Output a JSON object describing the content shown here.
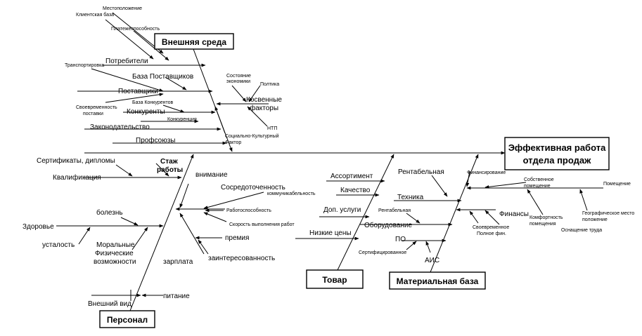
{
  "effect": {
    "line1": "Эффективная работа",
    "line2": "отдела продаж"
  },
  "categories": {
    "external": "Внешняя среда",
    "personnel": "Персонал",
    "product": "Товар",
    "material": "Материальная база"
  },
  "external": {
    "consumers": "Потребители",
    "location": "Местоположение",
    "client_base": "Клиентская база",
    "solvency": "Платежеспособность",
    "transport": "Транспортировка",
    "supplier_base": "База Поставщиков",
    "suppliers": "Поставщики",
    "timely_supply": "Своевременность поставки",
    "competitor_base": "База Конкурентов",
    "competitors": "Конкуренты",
    "competition": "Конкуренция",
    "legislation": "Законодательство",
    "unions": "Профсоюзы",
    "economy_state": "Состояние экономики",
    "policy": "Полтика",
    "indirect": "Косвенные факторы",
    "ntp": "НТП",
    "sociocultural": "Социально-Культурный Фактор"
  },
  "personnel": {
    "certificates": "Сертификаты, дипломы",
    "experience": "Стаж работы",
    "qualification": "Квалификация",
    "attention": "внимание",
    "concentration": "Сосредоточенность",
    "communicability": "коммуникабельность",
    "workability": "Работоспособность",
    "work_speed": "Скорость выполнения работ",
    "illness": "болезнь",
    "health": "Здоровье",
    "fatigue": "усталость",
    "moral_physical": "Моральные Физические возможности",
    "bonus": "премия",
    "salary": "зарплата",
    "interest": "заинтересованность",
    "appearance": "Внешний вид",
    "nutrition": "питание"
  },
  "product": {
    "assortment": "Ассортимент",
    "quality": "Качество",
    "extra_services": "Доп. услуги",
    "low_prices": "Низкие цены"
  },
  "material": {
    "profitable": "Рентабельная",
    "technology": "Техника",
    "profitable_small": "Рентабельная",
    "equipment": "Оборудование",
    "software": "ПО",
    "certified": "Сертифицированное",
    "ais": "АИС",
    "financing": "Финансирование",
    "own_premises": "Собственное помещение",
    "premises": "Помещение",
    "finances": "Финансы",
    "timely_full_fin": "Своевременное Полное фин.",
    "comfort": "Комфортность помещения",
    "equipping": "Оснащение труда",
    "geo_location": "Географическое место положение"
  }
}
